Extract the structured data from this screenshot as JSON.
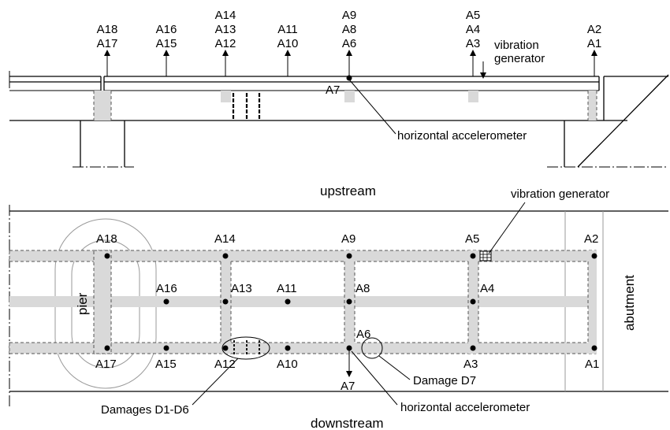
{
  "elevation": {
    "sensor_groups": [
      {
        "lines": [
          "A18",
          "A17"
        ]
      },
      {
        "lines": [
          "A16",
          "A15"
        ]
      },
      {
        "lines": [
          "A14",
          "A13",
          "A12"
        ]
      },
      {
        "lines": [
          "A11",
          "A10"
        ]
      },
      {
        "lines": [
          "A9",
          "A8",
          "A6"
        ]
      },
      {
        "lines": [
          "A5",
          "A4",
          "A3"
        ]
      },
      {
        "lines": [
          "A2",
          "A1"
        ]
      }
    ],
    "vibration_generator_lines": [
      "vibration",
      "generator"
    ],
    "a7_label": "A7",
    "horizontal_accelerometer_label": "horizontal accelerometer"
  },
  "plan": {
    "upstream_label": "upstream",
    "downstream_label": "downstream",
    "pier_label": "pier",
    "abutment_label": "abutment",
    "vibration_generator_label": "vibration generator",
    "horizontal_accelerometer_label": "horizontal accelerometer",
    "damages_label": "Damages D1-D6",
    "damage_d7_label": "Damage D7",
    "sensors": [
      {
        "id": "A18"
      },
      {
        "id": "A14"
      },
      {
        "id": "A9"
      },
      {
        "id": "A5"
      },
      {
        "id": "A2"
      },
      {
        "id": "A16"
      },
      {
        "id": "A13"
      },
      {
        "id": "A11"
      },
      {
        "id": "A8"
      },
      {
        "id": "A4"
      },
      {
        "id": "A6"
      },
      {
        "id": "A17"
      },
      {
        "id": "A15"
      },
      {
        "id": "A12"
      },
      {
        "id": "A10"
      },
      {
        "id": "A7"
      },
      {
        "id": "A3"
      },
      {
        "id": "A1"
      }
    ]
  }
}
